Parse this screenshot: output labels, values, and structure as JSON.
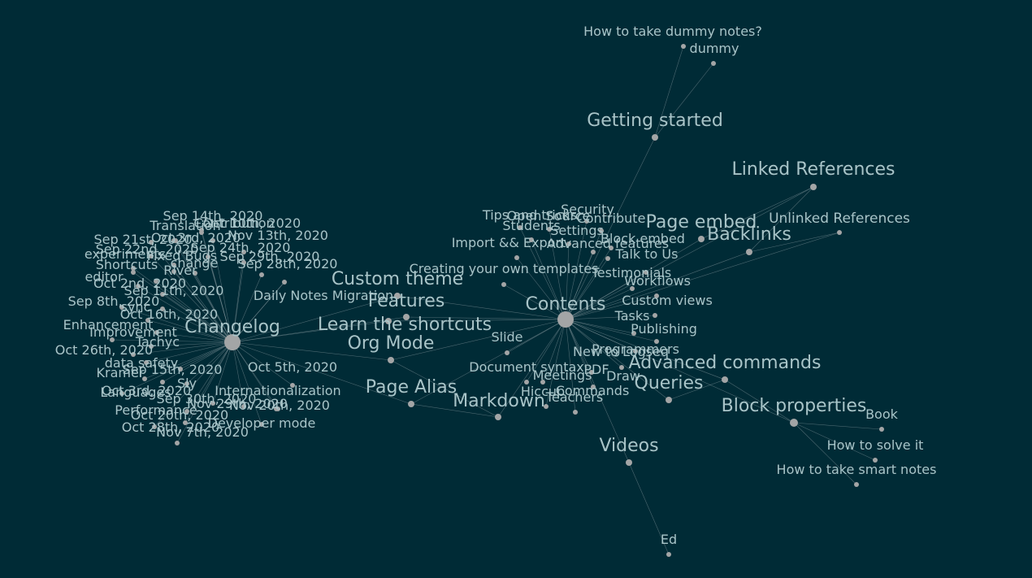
{
  "graph": {
    "background": "#002b36",
    "node_color": "#a3a5a6",
    "label_color": "#a9c4c8",
    "edge_color": "#8a9aa0",
    "hubs": {
      "changelog": "Changelog",
      "contents": "Contents"
    },
    "changelog_children": [
      "Sep 14th, 2020",
      "Translation",
      "Contribution",
      "Oct 10th, 2020",
      "Sep 21st, 2020",
      "Oct 3rd, 2020",
      "Nov 13th, 2020",
      "Sep 22nd, 2020",
      "Sep 24th, 2020",
      "experiments",
      "Fixed Bugs",
      "Sep 29th, 2020",
      "Shortcuts",
      "change",
      "Sep 28th, 2020",
      "River",
      "editor",
      "Oct 2nd, 2020",
      "Sep 11th, 2020",
      "Daily Notes Migration",
      "Sep 8th, 2020",
      "sync",
      "Oct 16th, 2020",
      "Enhancement",
      "Improvement",
      "Tachyc",
      "Oct 26th, 2020",
      "data safety",
      "Sep 15th, 2020",
      "Kramer",
      "Oct 5th, 2020",
      "Oct 3rd, 2020",
      "Sly",
      "Languages",
      "Internationalization",
      "Sep 30th, 2020",
      "Nov 20th, 2020",
      "Nov 29th, 2020",
      "Performance",
      "Oct 20th, 2020",
      "Oct 28th, 2020",
      "Developer mode",
      "Nov 7th, 2020"
    ],
    "contents_children": [
      "Security",
      "Tips and tricks",
      "Open Source",
      "Contribute",
      "Students",
      "Settings",
      "Block embed",
      "Import && Export",
      "Advanced features",
      "Talk to Us",
      "Creating your own templates",
      "Testimonials",
      "Workflows",
      "Custom views",
      "Tasks",
      "Publishing",
      "Slide",
      "New to Logseq",
      "Programmers",
      "Document syntax",
      "Meetings",
      "Draw",
      "Hiccup",
      "Commands",
      "Teachers",
      "Custom theme",
      "Features",
      "Learn the shortcuts",
      "Org Mode",
      "Page Alias",
      "Markdown",
      "Getting started",
      "Page embed",
      "Backlinks",
      "Linked References",
      "Unlinked References",
      "Advanced commands",
      "Queries",
      "Block properties",
      "Videos",
      "PDF"
    ],
    "other_nodes": [
      "How to take dummy notes?",
      "dummy",
      "Book",
      "How to solve it",
      "How to take smart notes",
      "Ed"
    ]
  }
}
